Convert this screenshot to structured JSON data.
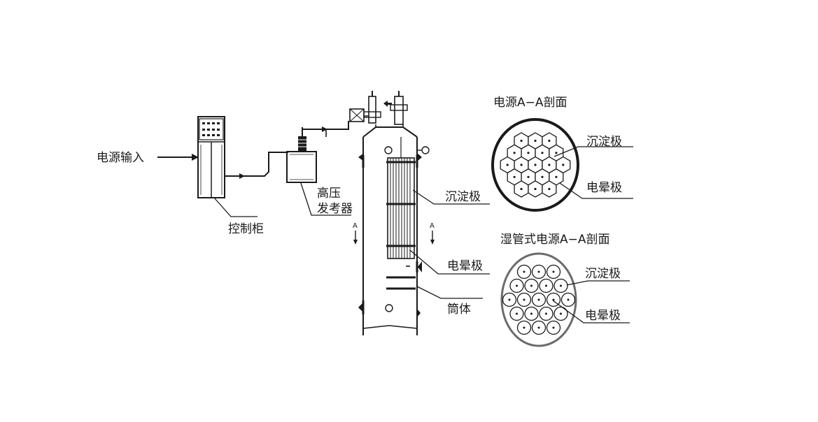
{
  "labels": {
    "power_input": "电源输入",
    "control_cabinet": "控制柜",
    "hv_generator_line1": "高压",
    "hv_generator_line2": "发考器",
    "collecting_electrode_main": "沉淀极",
    "corona_electrode_main": "电晕极",
    "shell": "筒体",
    "section_a_mark_left": "A",
    "section_a_mark_right": "A",
    "section_title_1": "电源A−A剖面",
    "section1_collecting": "沉淀极",
    "section1_corona": "电晕极",
    "section_title_2": "湿管式电源A−A剖面",
    "section2_collecting": "沉淀极",
    "section2_corona": "电晕极"
  },
  "colors": {
    "line": "#1a1a1a",
    "background": "#ffffff",
    "shade": "#6b6b6b"
  }
}
